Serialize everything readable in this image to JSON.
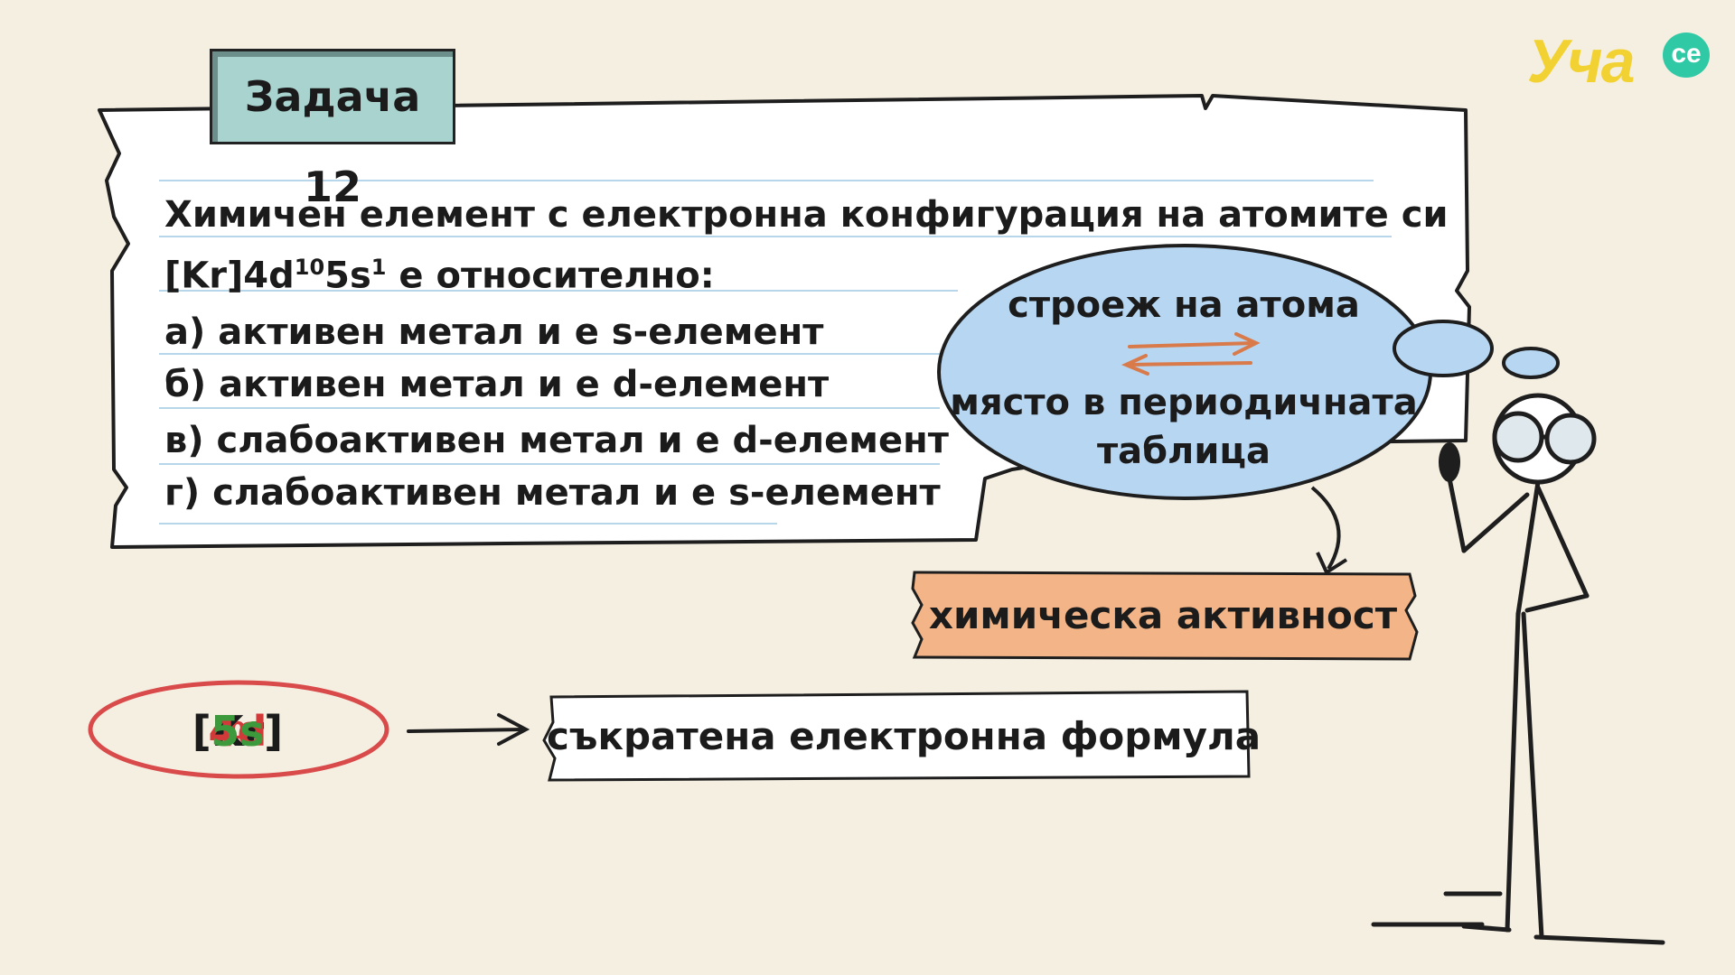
{
  "logo": {
    "word": "Уча",
    "badge": "се"
  },
  "task": {
    "label": "Задача 12"
  },
  "question": {
    "line1": "Химичен елемент с електронна конфигурация на атомите си",
    "line2_prefix": "[Kr]4d",
    "line2_sup1": "10",
    "line2_mid": "5s",
    "line2_sup2": "1",
    "line2_suffix": " е относително:"
  },
  "options": [
    "а) активен метал и е s-елемент",
    "б) активен метал и е d-елемент",
    "в) слабоактивен метал и е d-елемент",
    "г) слабоактивен метал и е s-елемент"
  ],
  "bubble": {
    "top": "строеж на атома",
    "bottom1": "място в периодичната",
    "bottom2": "таблица"
  },
  "orange_label": "химическа активност",
  "formula": {
    "prefix": "[Kr]",
    "d_part": "4d",
    "d_sup": "10",
    "s_part": "5s",
    "s_sup": "1"
  },
  "short_label": "съкратена електронна формула",
  "colors": {
    "background": "#f5efe2",
    "tag": "#a9d3cf",
    "bubble": "#b7d6f2",
    "orange": "#f3b587",
    "arrow": "#d97a4a",
    "red": "#d23a3a",
    "green": "#3c9a3c",
    "logo_yellow": "#f2d233",
    "logo_teal": "#30c9a6"
  }
}
